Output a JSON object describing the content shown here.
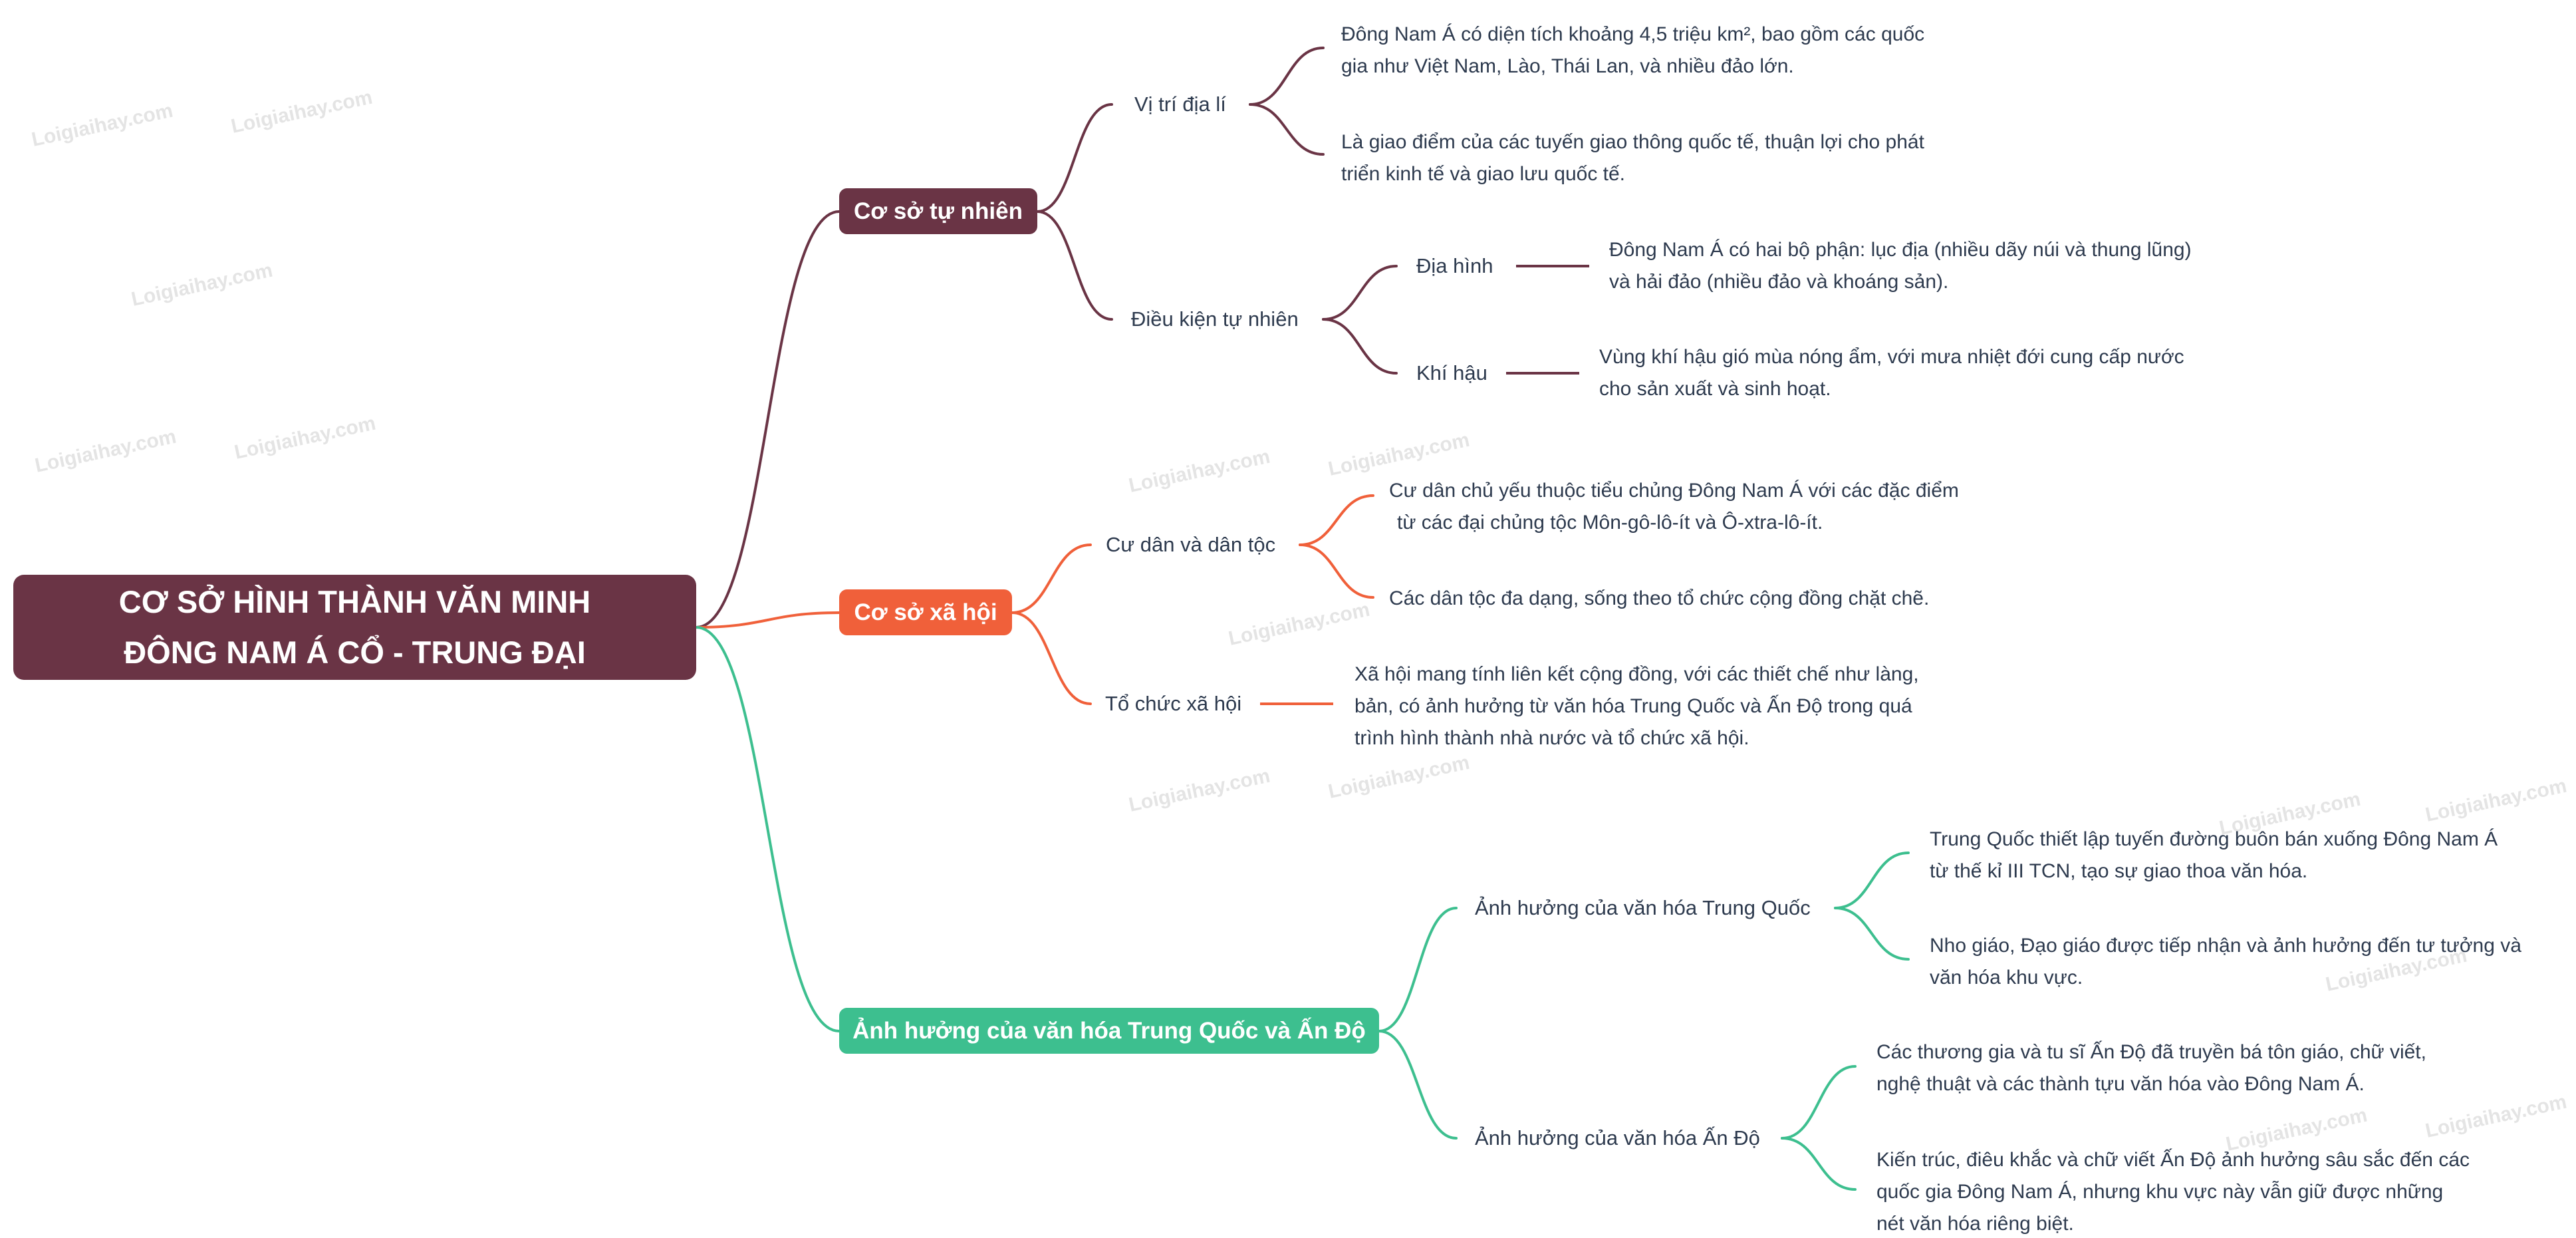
{
  "root": {
    "lines": [
      "CƠ SỞ HÌNH THÀNH VĂN MINH",
      "ĐÔNG NAM Á CỔ - TRUNG ĐẠI"
    ]
  },
  "branches": [
    {
      "label": "Cơ sở tự nhiên",
      "color": "#6a3445",
      "children": [
        {
          "label": "Vị trí địa lí",
          "leaves": [
            {
              "lines": [
                "Đông Nam Á có diện tích khoảng 4,5 triệu km², bao gồm các quốc",
                "gia như Việt Nam, Lào, Thái Lan, và nhiều đảo lớn."
              ]
            },
            {
              "lines": [
                "Là giao điểm của các tuyến giao thông quốc tế, thuận lợi cho phát",
                "triển kinh tế và giao lưu quốc tế."
              ]
            }
          ]
        },
        {
          "label": "Điều kiện tự nhiên",
          "children": [
            {
              "label": "Địa hình",
              "leaves": [
                {
                  "lines": [
                    "Đông Nam Á có hai bộ phận: lục địa (nhiều dãy núi và thung lũng)",
                    "và hải đảo (nhiều đảo và khoáng sản)."
                  ]
                }
              ]
            },
            {
              "label": "Khí hậu",
              "leaves": [
                {
                  "lines": [
                    "Vùng khí hậu gió mùa nóng ẩm, với mưa nhiệt đới cung cấp nước",
                    "cho sản xuất và sinh hoạt."
                  ]
                }
              ]
            }
          ]
        }
      ]
    },
    {
      "label": "Cơ sở xã hội",
      "color": "#f0603a",
      "children": [
        {
          "label": "Cư dân và dân tộc",
          "leaves": [
            {
              "lines": [
                "Cư dân chủ yếu thuộc tiểu chủng Đông Nam Á với các đặc điểm",
                "từ các đại chủng tộc Môn-gô-lô-ít và Ô-xtra-lô-ít."
              ]
            },
            {
              "lines": [
                "Các dân tộc đa dạng, sống theo tổ chức cộng đồng chặt chẽ."
              ]
            }
          ]
        },
        {
          "label": "Tổ chức xã hội",
          "leaves": [
            {
              "lines": [
                "Xã hội mang tính liên kết cộng đồng, với các thiết chế như làng,",
                "bản, có ảnh hưởng từ văn hóa Trung Quốc và Ấn Độ trong quá",
                "trình hình thành nhà nước và tổ chức xã hội."
              ]
            }
          ]
        }
      ]
    },
    {
      "label": "Ảnh hưởng của văn hóa Trung Quốc và Ấn Độ",
      "color": "#3dbf8f",
      "children": [
        {
          "label": "Ảnh hưởng của văn hóa Trung Quốc",
          "leaves": [
            {
              "lines": [
                "Trung Quốc thiết lập tuyến đường buôn bán xuống Đông Nam Á",
                "từ thế kỉ III TCN, tạo sự giao thoa văn hóa."
              ]
            },
            {
              "lines": [
                "Nho giáo, Đạo giáo được tiếp nhận và ảnh hưởng đến tư tưởng và",
                "văn hóa khu vực."
              ]
            }
          ]
        },
        {
          "label": "Ảnh hưởng của văn hóa Ấn Độ",
          "leaves": [
            {
              "lines": [
                "Các thương gia và tu sĩ Ấn Độ đã truyền bá tôn giáo, chữ viết,",
                "nghệ thuật và các thành tựu văn hóa vào Đông Nam Á."
              ]
            },
            {
              "lines": [
                "Kiến trúc, điêu khắc và chữ viết Ấn Độ ảnh hưởng sâu sắc đến các",
                "quốc gia Đông Nam Á, nhưng khu vực này vẫn giữ được những",
                "nét văn hóa riêng biệt."
              ]
            }
          ]
        }
      ]
    }
  ],
  "watermark": "Loigiaihay.com"
}
